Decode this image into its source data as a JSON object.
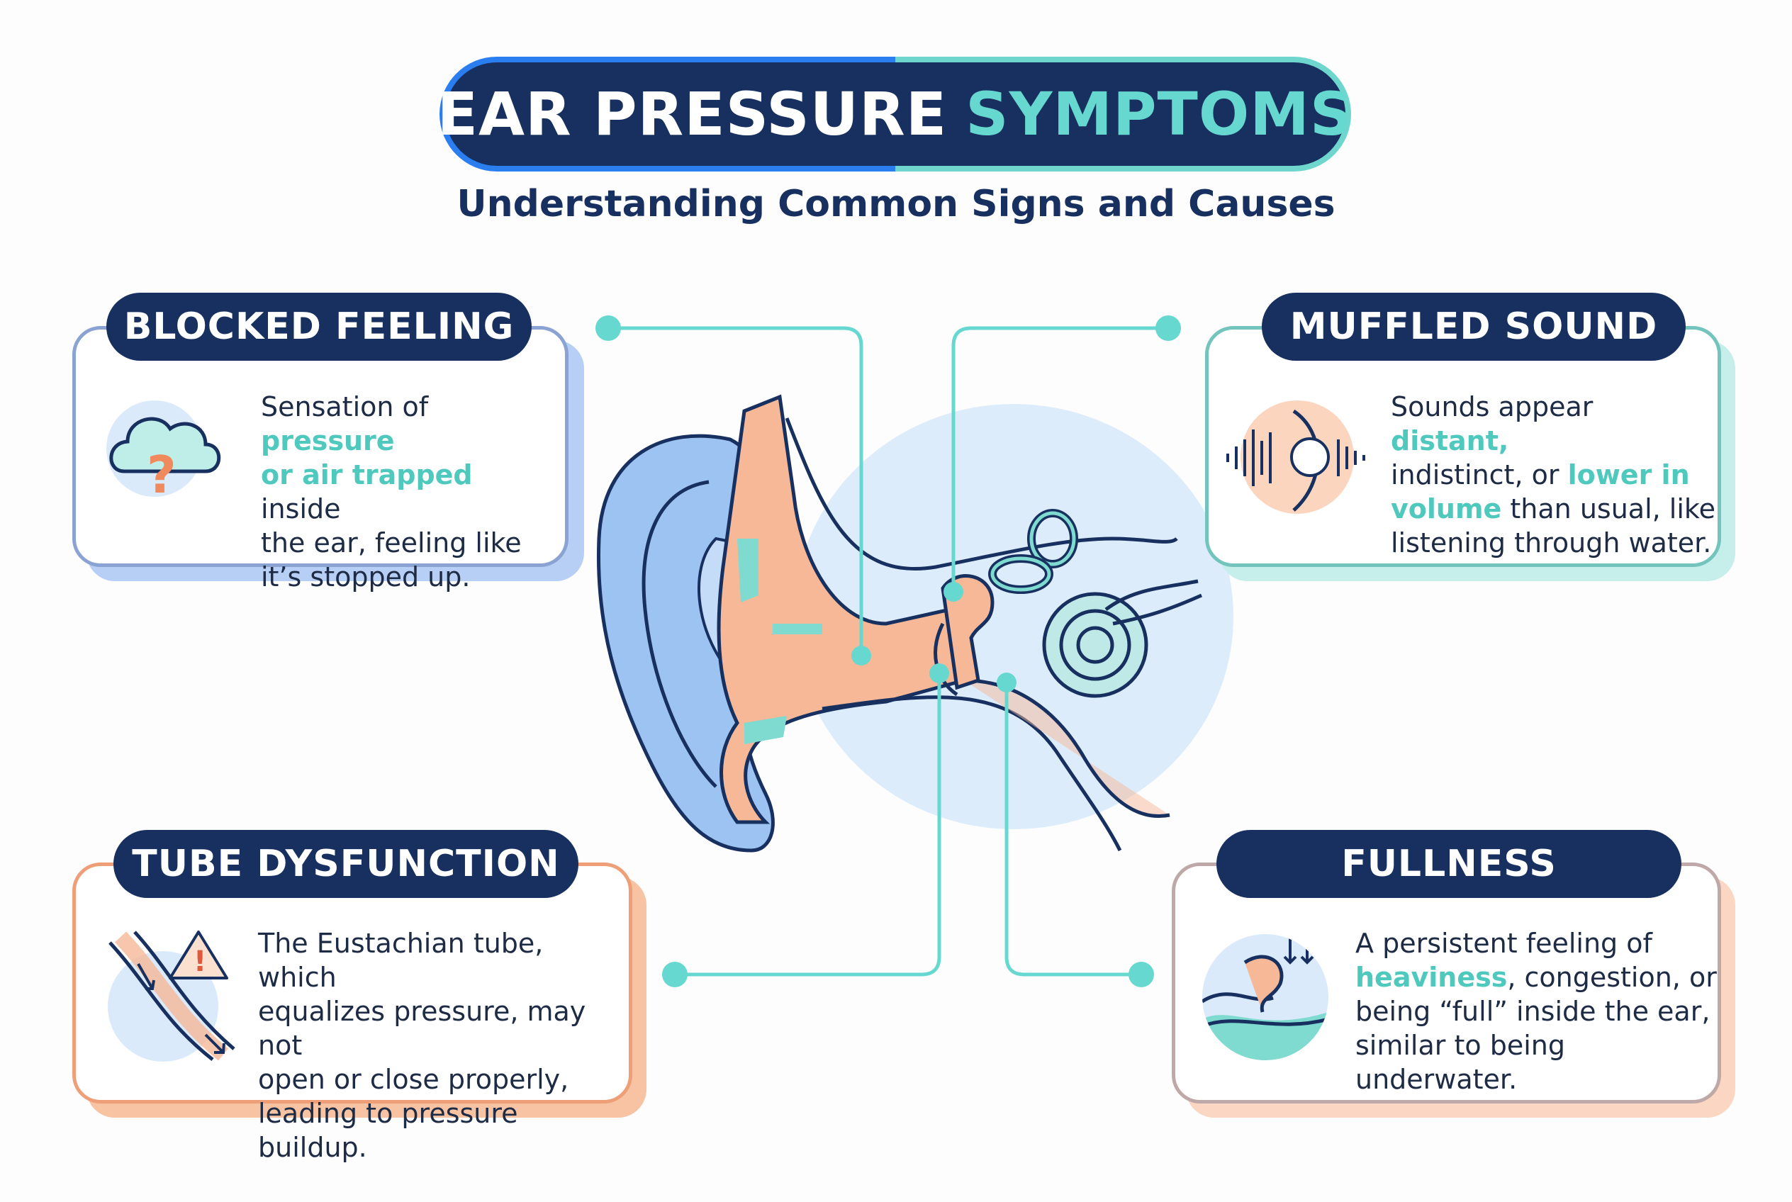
{
  "title": {
    "part1": "EAR PRESSURE",
    "part2": "SYMPTOMS"
  },
  "subtitle": "Understanding Common Signs and Causes",
  "cards": {
    "blocked": {
      "label": "BLOCKED FEELING",
      "l1a": "Sensation of ",
      "l1b": "pressure",
      "l2a": "or air trapped",
      "l2b": " inside",
      "l3": "the ear, feeling like",
      "l4": "it’s stopped up.",
      "icon": "cloud-question-icon"
    },
    "muffled": {
      "label": "MUFFLED SOUND",
      "l1a": "Sounds appear ",
      "l1b": "distant,",
      "l2a": "indistinct, or ",
      "l2b": "lower in",
      "l3a": "volume",
      "l3b": " than usual, like",
      "l4": "listening through water.",
      "icon": "sound-wave-ear-icon"
    },
    "tube": {
      "label": "TUBE DYSFUNCTION",
      "l1": "The Eustachian tube, which",
      "l2": "equalizes pressure, may not",
      "l3": "open or close properly,",
      "l4": "leading to pressure buildup.",
      "icon": "tube-warning-icon"
    },
    "fullness": {
      "label": "FULLNESS",
      "l1": "A persistent feeling of",
      "l2a": "heaviness",
      "l2b": ", congestion, or",
      "l3": "being “full” inside the ear,",
      "l4": "similar to being underwater.",
      "icon": "ear-fullness-icon"
    }
  },
  "colors": {
    "navy": "#17305f",
    "teal": "#66d8cf",
    "blue": "#2a7ef0",
    "peach": "#f6b08c",
    "lightblue": "#b9d4f7"
  }
}
